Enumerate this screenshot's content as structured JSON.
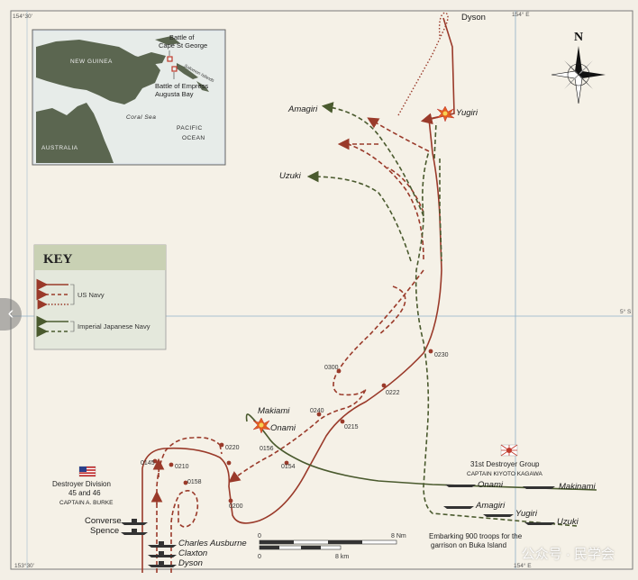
{
  "grid": {
    "lon_left": "154°30'",
    "lon_right": "154° E",
    "lon_right_bottom": "154° E",
    "lat_right": "5° S",
    "lon_left_bottom": "153°30'"
  },
  "inset": {
    "new_guinea": "NEW GUINEA",
    "australia": "AUSTRALIA",
    "coral_sea": "Coral Sea",
    "pacific_ocean_1": "PACIFIC",
    "pacific_ocean_2": "OCEAN",
    "solomon_islands": "Solomon Islands",
    "cape_st_george_1": "Battle of",
    "cape_st_george_2": "Cape St George",
    "empress_augusta_1": "Battle of Empress",
    "empress_augusta_2": "Augusta Bay"
  },
  "key": {
    "title": "KEY",
    "us_navy": "US Navy",
    "ijn": "Imperial Japanese Navy"
  },
  "compass": {
    "north": "N"
  },
  "ships": {
    "dyson_top": "Dyson",
    "yugiri_top": "Yugiri",
    "amagiri_top": "Amagiri",
    "uzuki_top": "Uzuki",
    "makinami_mid": "Makiami",
    "onami_mid": "Onami",
    "converse": "Converse",
    "spence": "Spence",
    "charles_ausburne": "Charles Ausburne",
    "claxton": "Claxton",
    "dyson_bottom": "Dyson",
    "onami_bottom": "Onami",
    "makinami_bottom": "Makinami",
    "amagiri_bottom": "Amagiri",
    "yugiri_bottom": "Yugiri",
    "uzuki_bottom": "Uzuki"
  },
  "times": [
    "0300",
    "0222",
    "0230",
    "0240",
    "0215",
    "0220",
    "0156",
    "0154",
    "0145",
    "0210",
    "0158",
    "0200"
  ],
  "groups": {
    "us_1": "Destroyer Division",
    "us_2": "45 and 46",
    "us_3": "CAPTAIN A. BURKE",
    "jp_1": "31st Destroyer Group",
    "jp_2": "CAPTAIN KIYOTO KAGAWA",
    "embark_1": "Embarking 900 troops for the",
    "embark_2": "garrison on Buka Island"
  },
  "scale": {
    "zero_top": "0",
    "nm": "8 Nm",
    "zero_bottom": "0",
    "km": "8 km"
  },
  "watermark": "公众号 · 民学会",
  "colors": {
    "us_navy": "#9a3a2a",
    "ijn": "#4a5a2e",
    "grid": "#8fb0c8",
    "land": "#5b6650",
    "sea": "#f3efe6"
  }
}
